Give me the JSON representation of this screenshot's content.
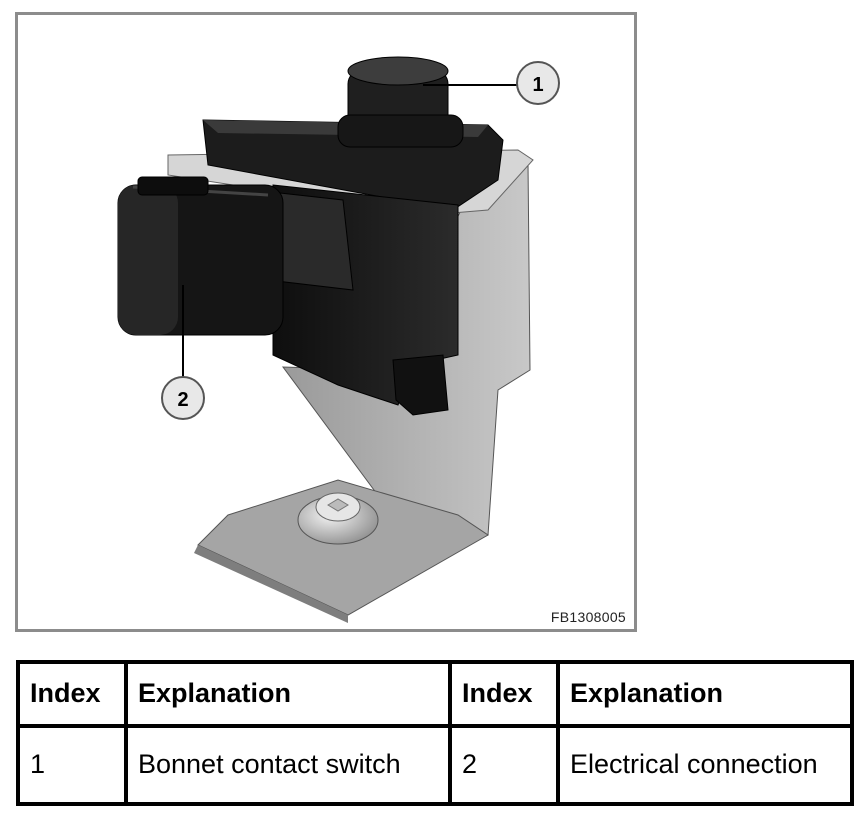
{
  "figure": {
    "code": "FB1308005",
    "callouts": [
      "1",
      "2"
    ]
  },
  "table": {
    "headers": [
      "Index",
      "Explanation",
      "Index",
      "Explanation"
    ],
    "rows": [
      [
        "1",
        "Bonnet contact switch",
        "2",
        "Electrical connection"
      ]
    ]
  },
  "colors": {
    "frame": "#8c8c8c",
    "background": "#ffffff",
    "component": "#1a1a1a",
    "bracket": "#b8b8b8"
  }
}
